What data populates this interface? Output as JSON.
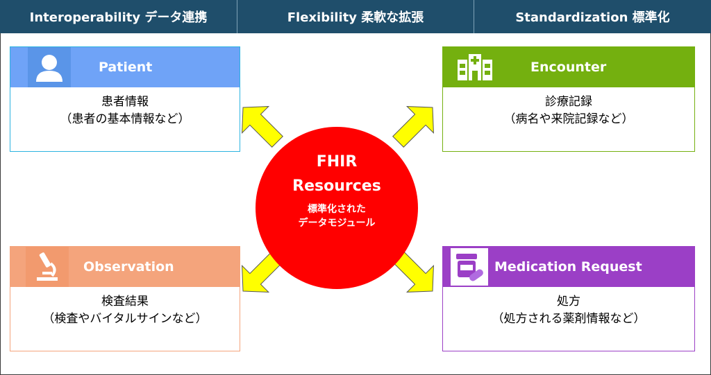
{
  "header": {
    "cells": [
      {
        "label": "Interoperability データ連携"
      },
      {
        "label": "Flexibility 柔軟な拡張"
      },
      {
        "label": "Standardization 標準化"
      }
    ]
  },
  "center": {
    "line1": "FHIR",
    "line2": "Resources",
    "line3": "標準化された",
    "line4": "データモジュール"
  },
  "cards": {
    "patient": {
      "title": "Patient",
      "line1": "患者情報",
      "line2": "（患者の基本情報など）",
      "icon": "person-icon",
      "color": "#6fa3f7"
    },
    "encounter": {
      "title": "Encounter",
      "line1": "診療記録",
      "line2": "（病名や来院記録など）",
      "icon": "hospital-icon",
      "color": "#74b00f"
    },
    "observation": {
      "title": "Observation",
      "line1": "検査結果",
      "line2": "（検査やバイタルサインなど）",
      "icon": "microscope-icon",
      "color": "#f4a47c"
    },
    "medication": {
      "title": "Medication Request",
      "line1": "処方",
      "line2": "（処方される薬剤情報など）",
      "icon": "medicine-icon",
      "color": "#9b3fc6"
    }
  },
  "colors": {
    "header": "#1f4e6b",
    "arrow": "#ffff00",
    "circle": "#ff0000"
  }
}
